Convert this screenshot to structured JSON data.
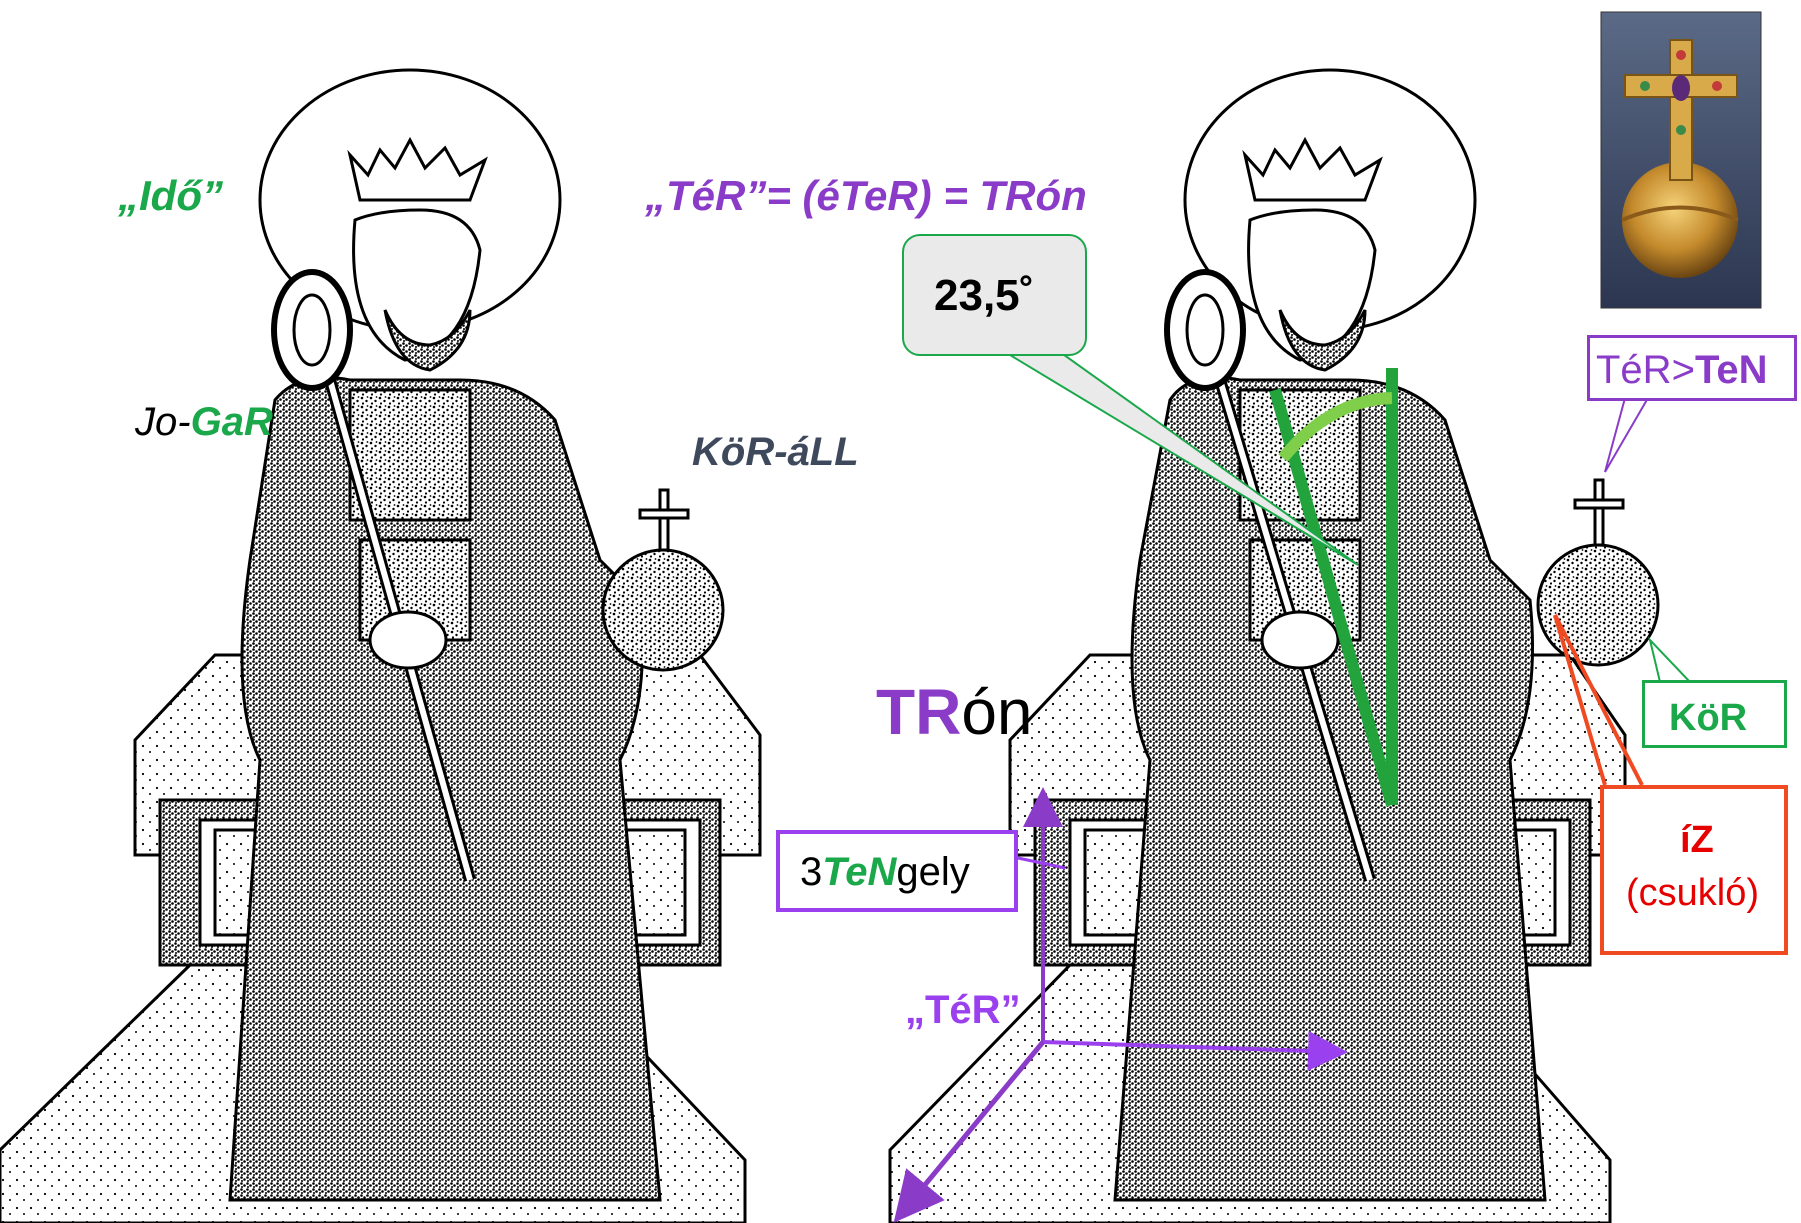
{
  "labels": {
    "ido": "„Idő”",
    "ter_formula": "„TéR”= (éTeR) = TRón",
    "jogar_prefix": "Jo-",
    "jogar_suffix": "GaR",
    "korall": "KöR-áLL",
    "tron_bold": "TR",
    "tron_rest": "ón",
    "angle": "23,5˚",
    "tengely_prefix": "3",
    "tengely_mid": "TeN",
    "tengely_suffix": "gely",
    "ter_axis": "„TéR”",
    "ter_ten_prefix": "TéR>",
    "ter_ten_bold": "TeN",
    "kor": "KöR",
    "iz": "íZ",
    "csuklo": "(csukló)"
  },
  "colors": {
    "green": "#1aa84a",
    "purple": "#8a3cc8",
    "violet": "#9b40ef",
    "slate": "#3e4a5c",
    "red": "#e60000",
    "orange_red": "#ef4a21",
    "axis_green": "#22a33c",
    "arc_green": "#7fcf4a"
  },
  "icons": [
    "king-on-throne-left",
    "king-on-throne-right",
    "imperial-orb-photo"
  ]
}
